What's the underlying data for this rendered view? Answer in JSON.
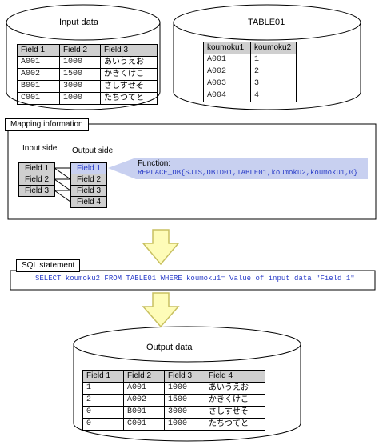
{
  "input_db": {
    "title": "Input data",
    "headers": [
      "Field 1",
      "Field 2",
      "Field 3"
    ],
    "rows": [
      [
        "A001",
        "1000",
        "あいうえお"
      ],
      [
        "A002",
        "1500",
        "かきくけこ"
      ],
      [
        "B001",
        "3000",
        "さしすせそ"
      ],
      [
        "C001",
        "1000",
        "たちつてと"
      ]
    ]
  },
  "table01_db": {
    "title": "TABLE01",
    "headers": [
      "koumoku1",
      "koumoku2"
    ],
    "rows": [
      [
        "A001",
        "1"
      ],
      [
        "A002",
        "2"
      ],
      [
        "A003",
        "3"
      ],
      [
        "A004",
        "4"
      ]
    ]
  },
  "mapping": {
    "tab_label": "Mapping information",
    "input_side_label": "Input side",
    "output_side_label": "Output side",
    "input_fields": [
      "Field 1",
      "Field 2",
      "Field 3"
    ],
    "output_fields": [
      "Field 1",
      "Field 2",
      "Field 3",
      "Field 4"
    ],
    "function_label": "Function:",
    "function_text": "REPLACE_DB{SJIS,DBID01,TABLE01,koumoku2,koumoku1,0}"
  },
  "sql": {
    "tab_label": "SQL statement",
    "statement": "SELECT koumoku2 FROM TABLE01 WHERE koumoku1= Value of input data \"Field 1\""
  },
  "output_db": {
    "title": "Output data",
    "headers": [
      "Field 1",
      "Field 2",
      "Field 3",
      "Field 4"
    ],
    "rows": [
      [
        "1",
        "A001",
        "1000",
        "あいうえお"
      ],
      [
        "2",
        "A002",
        "1500",
        "かきくけこ"
      ],
      [
        "0",
        "B001",
        "3000",
        "さしすせそ"
      ],
      [
        "0",
        "C001",
        "1000",
        "たちつてと"
      ]
    ]
  },
  "colors": {
    "highlight": "#c8d0f0",
    "highlight_text": "#2a3dc8",
    "arrow_fill": "#fefcb8",
    "arrow_stroke": "#c8c060",
    "header_bg": "#cfcfcf"
  }
}
